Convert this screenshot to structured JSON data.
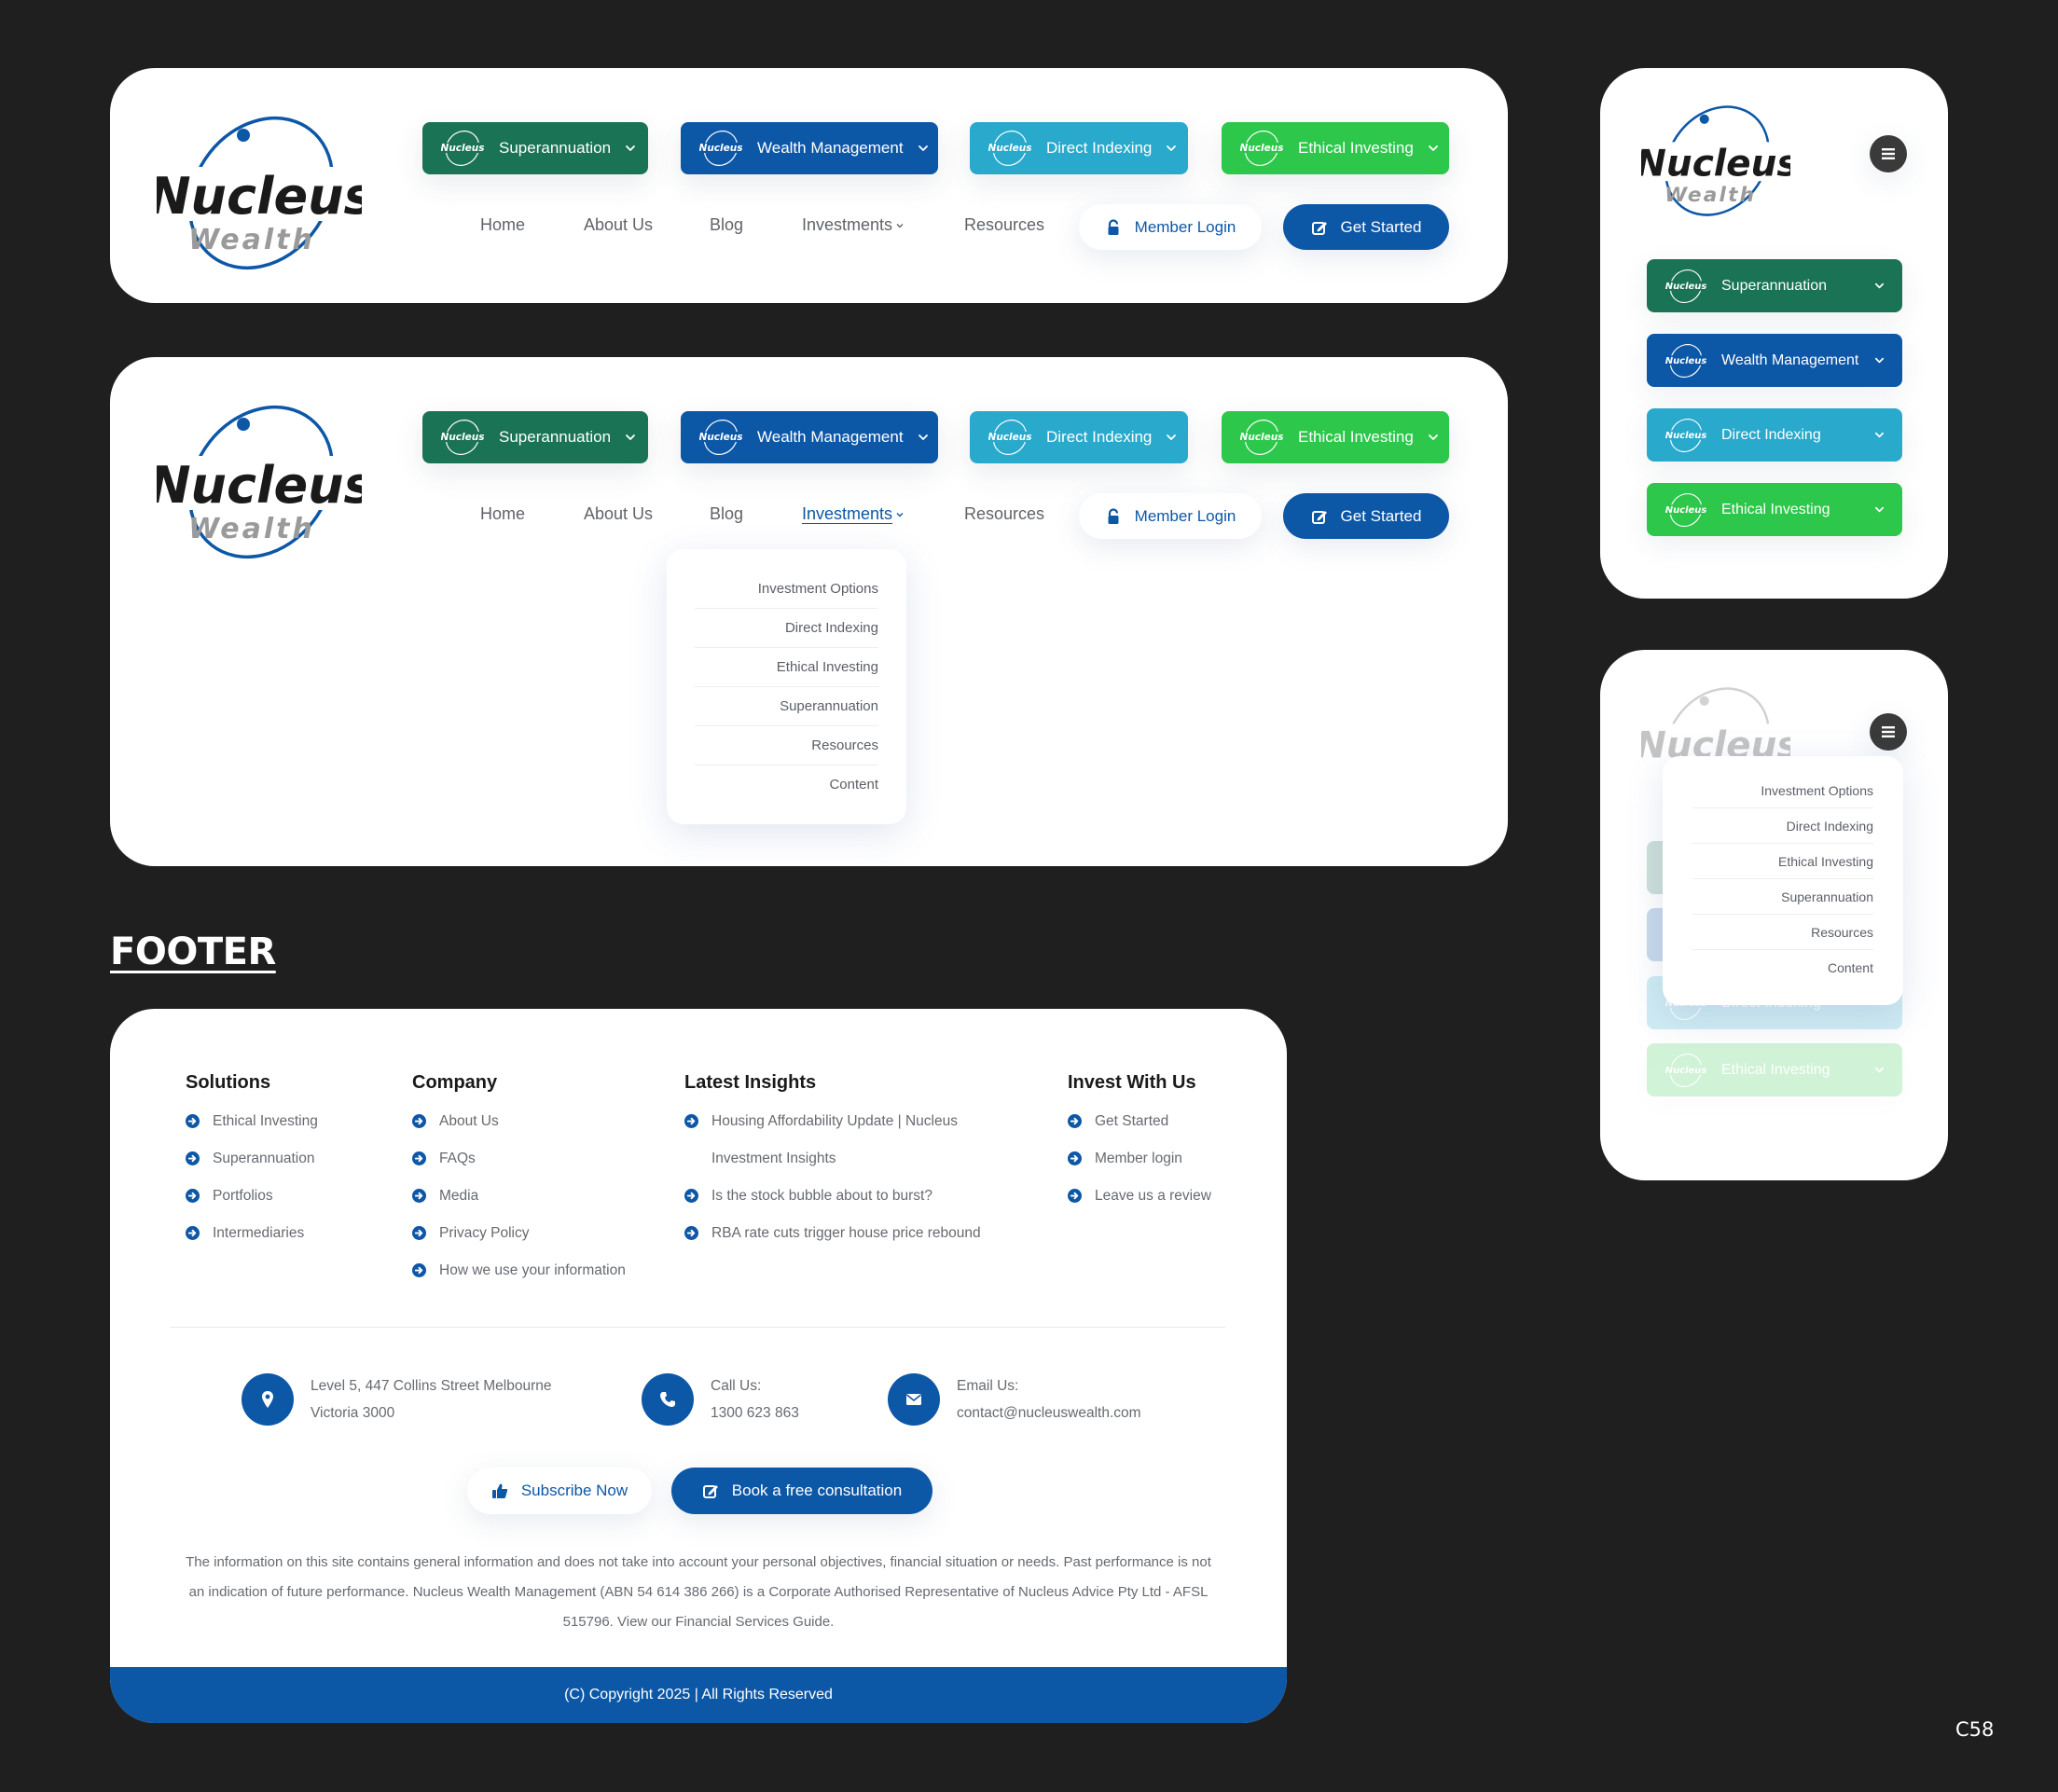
{
  "brand": {
    "logo_word": "Nucleus",
    "logo_sub": "Wealth",
    "colors": {
      "primary_blue": "#0d57a7",
      "super_green": "#1b7356",
      "direct_cyan": "#29a9cb",
      "ethical_green": "#2dc74b",
      "page_bg": "#1f1f1f",
      "text_grey": "#666a70",
      "hamburger_bg": "#3a3a3a"
    }
  },
  "brand_buttons": [
    {
      "label": "Superannuation",
      "icon": "nucleus-super-logo",
      "sub": "Super",
      "color": "#1b7356"
    },
    {
      "label": "Wealth Management",
      "icon": "nucleus-wealth-logo",
      "sub": "Wealth",
      "color": "#0d57a7"
    },
    {
      "label": "Direct Indexing",
      "icon": "nucleus-direct-indexing-logo",
      "sub": "Direct Indexing",
      "color": "#29a9cb"
    },
    {
      "label": "Ethical Investing",
      "icon": "nucleus-ethical-logo",
      "sub": "Ethical",
      "color": "#2dc74b"
    }
  ],
  "nav": {
    "items": [
      {
        "label": "Home"
      },
      {
        "label": "About Us"
      },
      {
        "label": "Blog"
      },
      {
        "label": "Investments",
        "has_dropdown": true
      },
      {
        "label": "Resources"
      }
    ],
    "member_login": "Member Login",
    "get_started": "Get Started"
  },
  "investments_dropdown": {
    "items": [
      "Investment Options",
      "Direct Indexing",
      "Ethical Investing",
      "Superannuation",
      "Resources",
      "Content"
    ]
  },
  "section_label": "FOOTER",
  "footer": {
    "columns": [
      {
        "heading": "Solutions",
        "items": [
          "Ethical Investing",
          "Superannuation",
          "Portfolios",
          "Intermediaries"
        ]
      },
      {
        "heading": "Company",
        "items": [
          "About Us",
          "FAQs",
          "Media",
          "Privacy Policy",
          "How we use your information"
        ]
      },
      {
        "heading": "Latest Insights",
        "items": [
          "Housing Affordability Update | Nucleus Investment Insights",
          "Is the stock bubble about to burst?",
          "RBA rate cuts trigger house price rebound"
        ]
      },
      {
        "heading": "Invest With Us",
        "items": [
          "Get Started",
          "Member login",
          "Leave us a review"
        ]
      }
    ],
    "contact": {
      "address_line1": "Level 5, 447 Collins Street Melbourne",
      "address_line2": "Victoria 3000",
      "call_label": "Call Us:",
      "phone": "1300 623 863",
      "email_label": "Email Us:",
      "email": "contact@nucleuswealth.com"
    },
    "subscribe_label": "Subscribe Now",
    "consult_label": "Book a free consultation",
    "disclaimer": "The information on this site contains general information and does not take into account your personal objectives, financial situation or needs. Past performance is not an indication of future performance. Nucleus Wealth Management (ABN 54 614 386 266) is a Corporate Authorised Representative of Nucleus Advice Pty Ltd - AFSL 515796. View our Financial Services Guide.",
    "copyright": "(C) Copyright 2025 | All Rights Reserved"
  },
  "page_code": "C58"
}
